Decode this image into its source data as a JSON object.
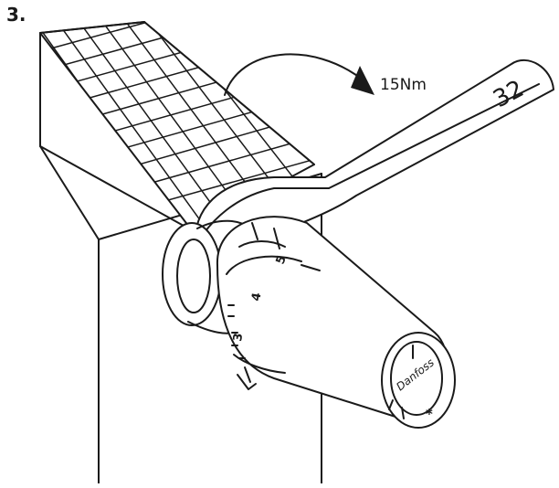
{
  "step_label": "3.",
  "torque_label": "15Nm",
  "wrench_size": "32",
  "dial": {
    "settings": [
      "5",
      "4",
      "3"
    ],
    "snowflake": "*"
  },
  "brand_logo": "Danfoss",
  "colors": {
    "line": "#1a1a1a",
    "background": "#ffffff"
  }
}
